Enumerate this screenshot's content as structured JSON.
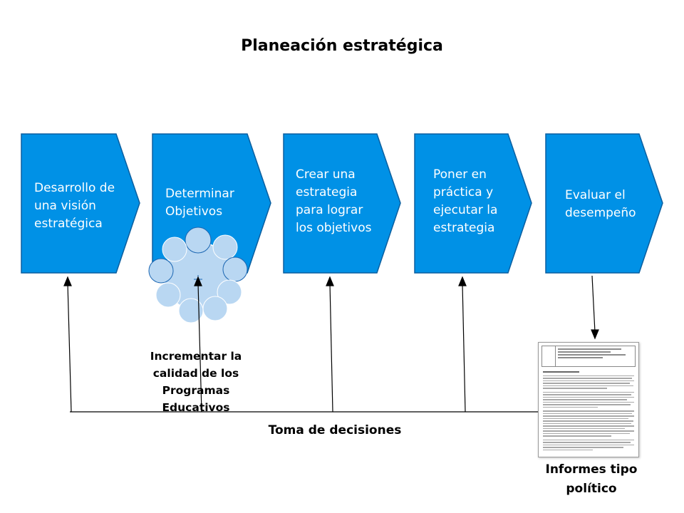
{
  "title": "Planeación estratégica",
  "steps": [
    {
      "label": "Desarrollo de una visión estratégica"
    },
    {
      "label": "Determinar Objetivos"
    },
    {
      "label": "Crear una estrategia para lograr los objetivos"
    },
    {
      "label": "Poner en práctica y ejecutar la estrategia"
    },
    {
      "label": "Evaluar el desempeño"
    }
  ],
  "goal_caption": "Incrementar la calidad de los Programas Educativos",
  "decision_caption": "Toma de decisiones",
  "reports_caption": "Informes tipo político",
  "colors": {
    "step_fill": "#0091e6",
    "step_border": "#0a5fa0",
    "line": "#000000",
    "bubble": "#b9d7f2",
    "bubble_border": "#1b66b2"
  }
}
